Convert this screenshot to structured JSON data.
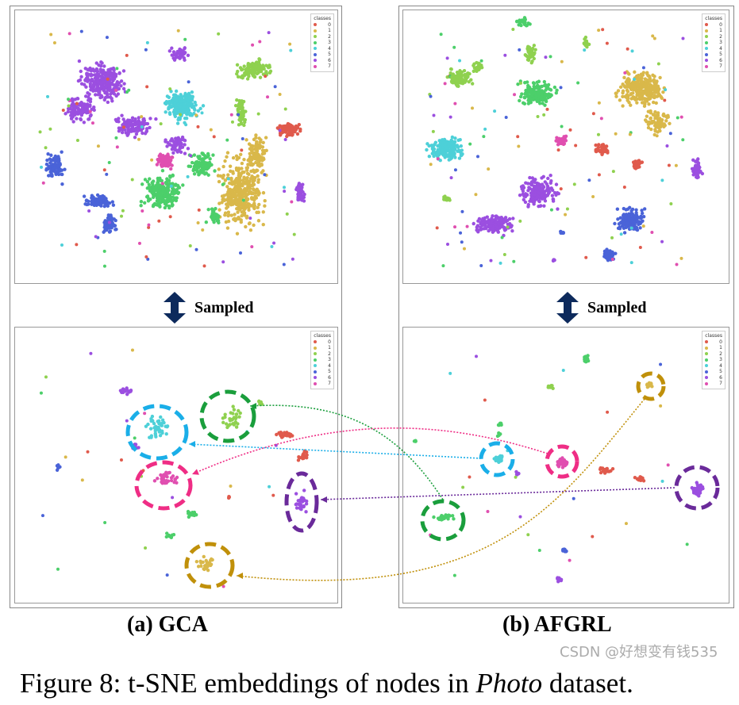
{
  "figure": {
    "legend_title": "classes",
    "classes": [
      "0",
      "1",
      "2",
      "3",
      "4",
      "5",
      "6",
      "7"
    ],
    "class_colors": [
      "#e05a4c",
      "#d9b84a",
      "#8fd14f",
      "#4ccf6a",
      "#4dd0d8",
      "#4a63d8",
      "#9b4fe0",
      "#e04fb0"
    ],
    "sampled_label": "Sampled",
    "arrow_icon": "double-vertical-arrow-icon",
    "panels": {
      "gca_label": "(a) GCA",
      "afgrl_label": "(b) AFGRL"
    },
    "caption_prefix": "Figure 8: t-SNE embeddings of nodes in ",
    "caption_italic": "Photo",
    "caption_suffix": " dataset.",
    "watermark": "CSDN @好想变有钱535"
  }
}
